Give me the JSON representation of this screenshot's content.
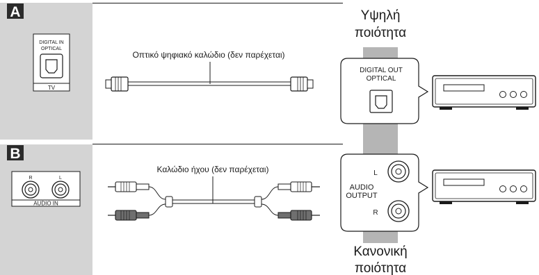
{
  "colors": {
    "panel": "#d4d4d4",
    "pipe": "#b5b5b5",
    "badge": "#2b2b2b",
    "line": "#1a1a1a",
    "plug_dark": "#6f6f6f",
    "white": "#ffffff"
  },
  "section_a": {
    "badge": "A",
    "tv_port_label": "DIGITAL IN\nOPTICAL",
    "tv_port_caption": "TV",
    "cable_label": "Οπτικό ψηφιακό καλώδιο (δεν παρέχεται)"
  },
  "section_b": {
    "badge": "B",
    "port_r": "R",
    "port_l": "L",
    "ports_caption": "AUDIO IN",
    "cable_label": "Καλώδιο ήχου (δεν παρέχεται)"
  },
  "right_panel": {
    "top_quality": "Υψηλή\nποιότητα",
    "bottom_quality": "Κανονική\nποιότητα",
    "digital_out_label": "DIGITAL OUT\nOPTICAL",
    "audio_output_label": "AUDIO\nOUTPUT",
    "jack_l": "L",
    "jack_r": "R"
  },
  "icons": [
    "optical-port-icon",
    "rca-jack-icon",
    "optical-plug-icon",
    "rca-plug-icon",
    "receiver-icon"
  ]
}
